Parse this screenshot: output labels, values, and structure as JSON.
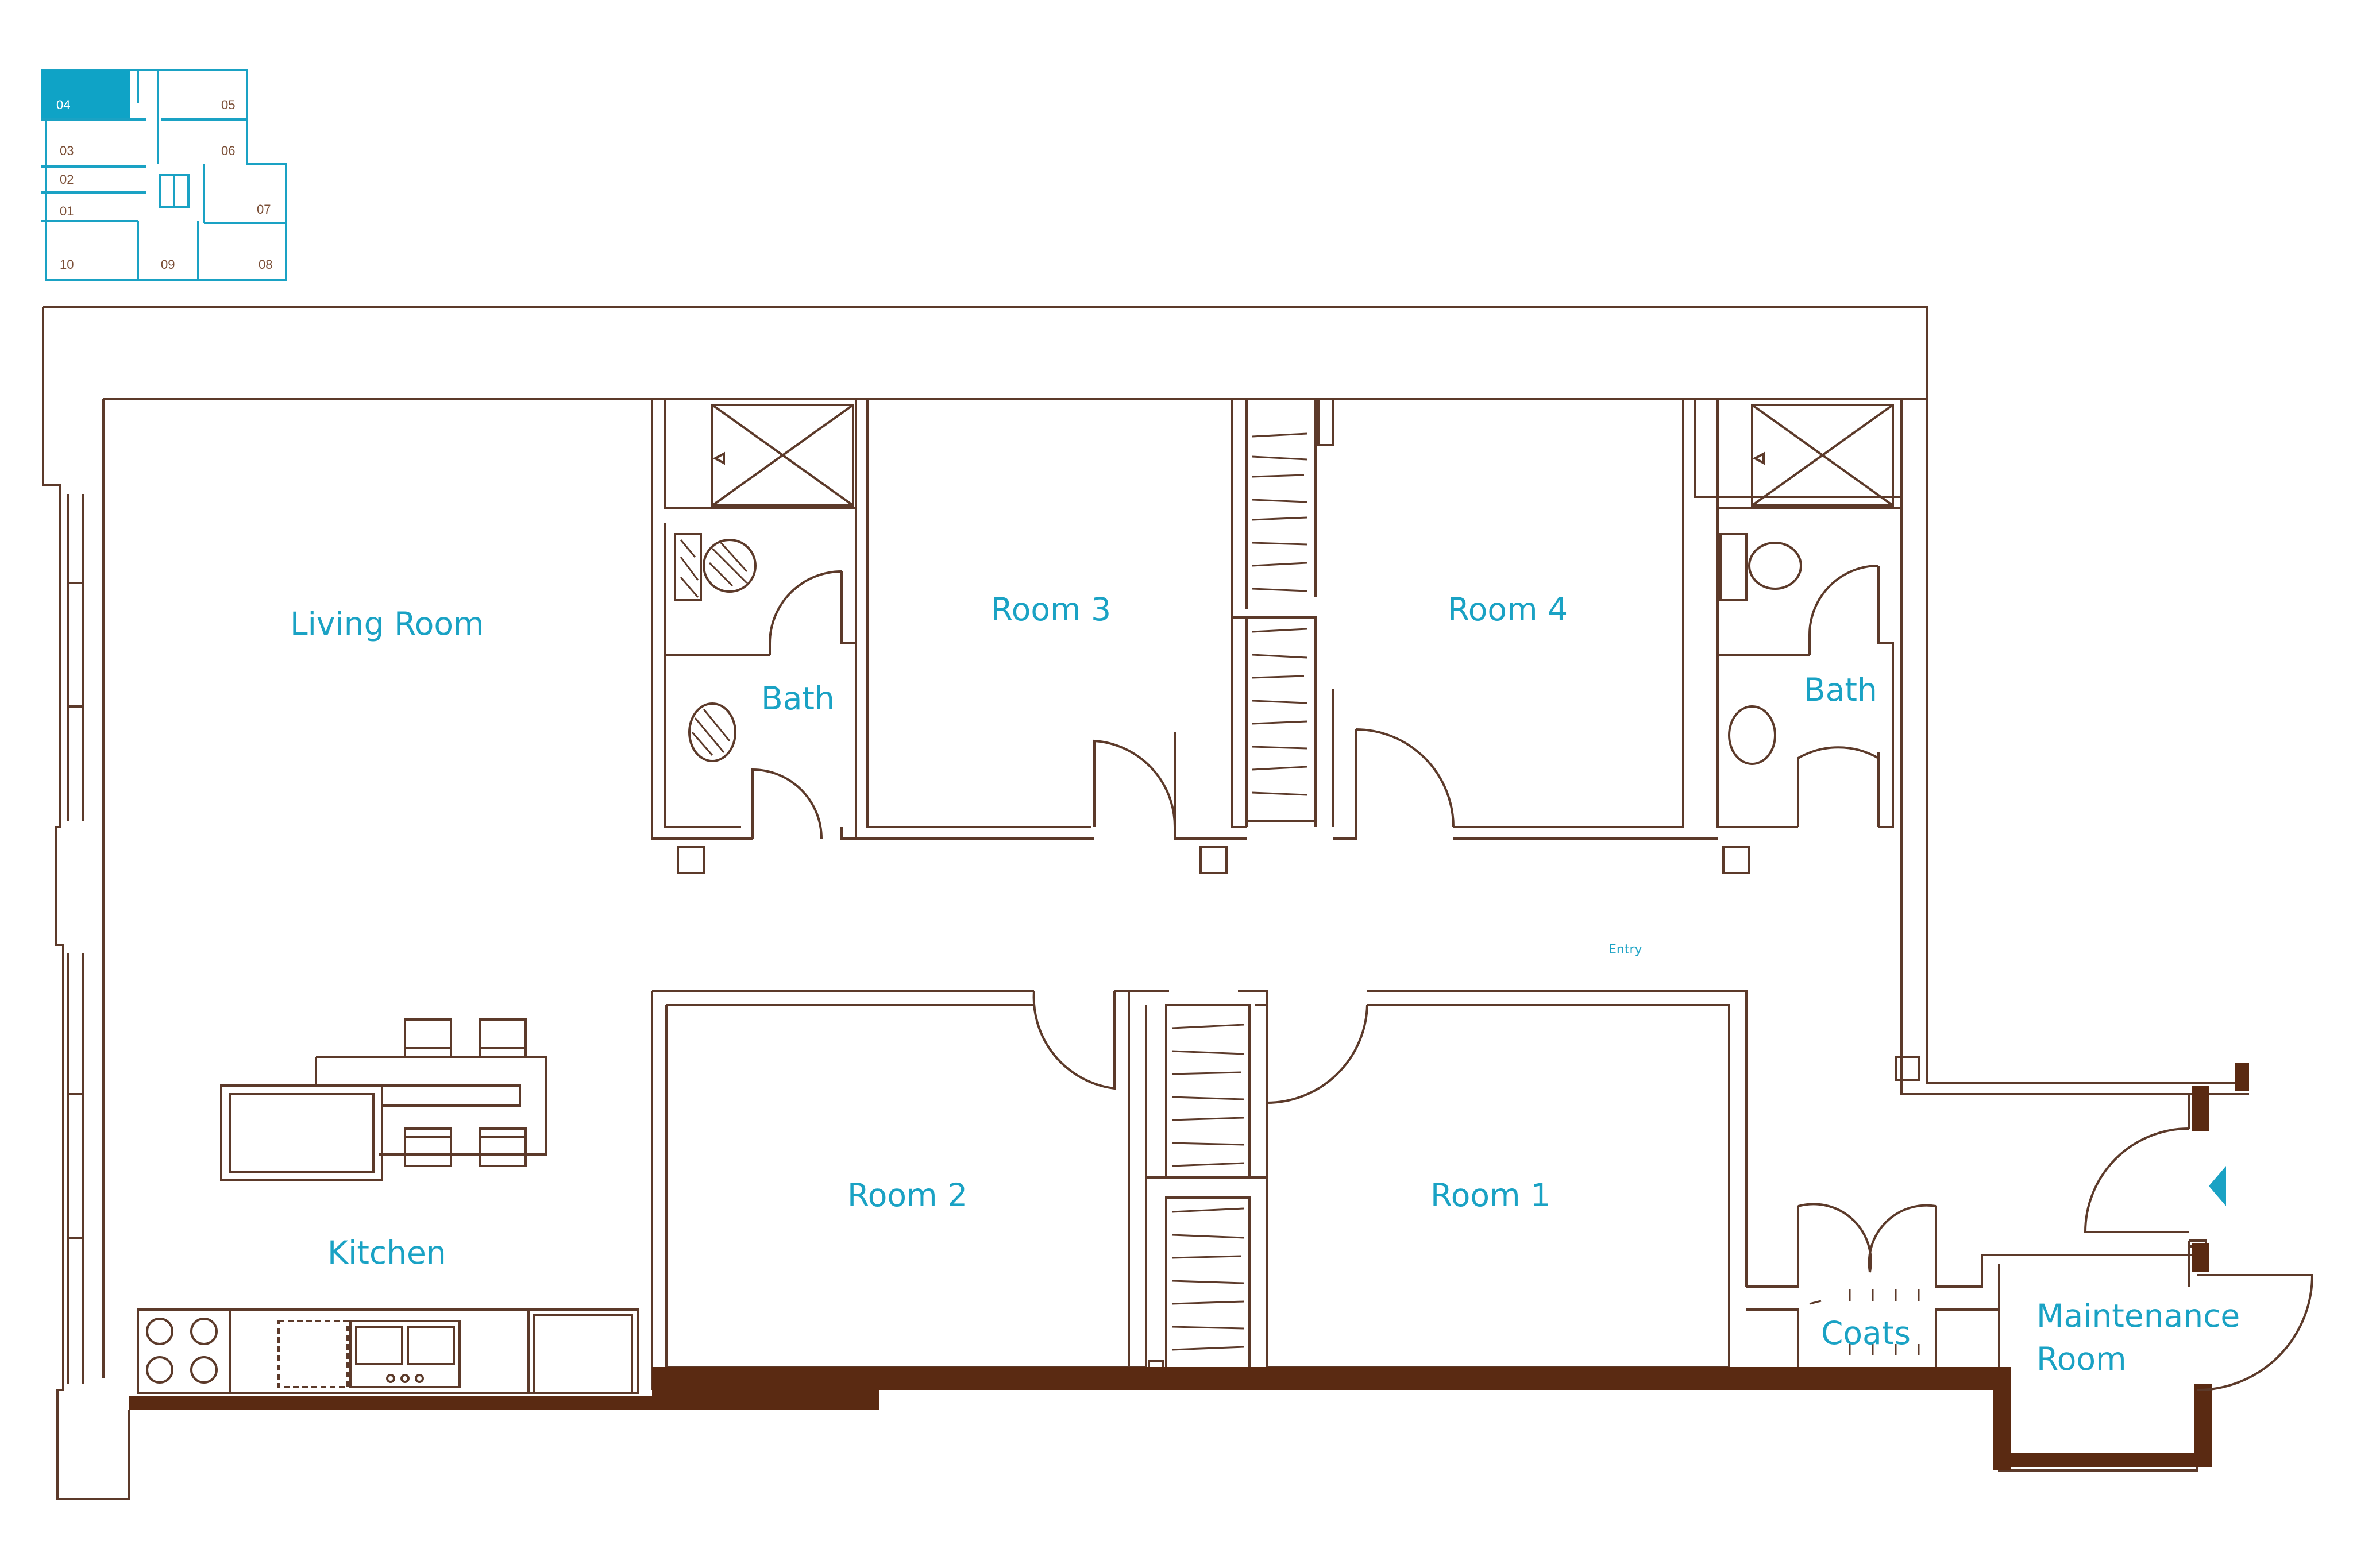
{
  "colors": {
    "line": "#5c3a2a",
    "wall_fill": "#5a2a12",
    "accent": "#1aa2c4",
    "key_text": "#7a4e36",
    "highlight": "#0fa3c6"
  },
  "key_plan": {
    "units": [
      "04",
      "05",
      "03",
      "06",
      "02",
      "01",
      "07",
      "10",
      "09",
      "08"
    ],
    "selected_unit": "04"
  },
  "rooms": {
    "living_room": "Living Room",
    "room3": "Room 3",
    "room4": "Room 4",
    "bath_left": "Bath",
    "bath_right": "Bath",
    "kitchen": "Kitchen",
    "room2": "Room 2",
    "room1": "Room 1",
    "coats": "Coats",
    "maintenance_line1": "Maintenance",
    "maintenance_line2": "Room",
    "entry": "Entry"
  },
  "icons": [
    "entry-arrow-icon",
    "stove-icon",
    "sink-icon",
    "toilet-icon",
    "shower-icon"
  ]
}
